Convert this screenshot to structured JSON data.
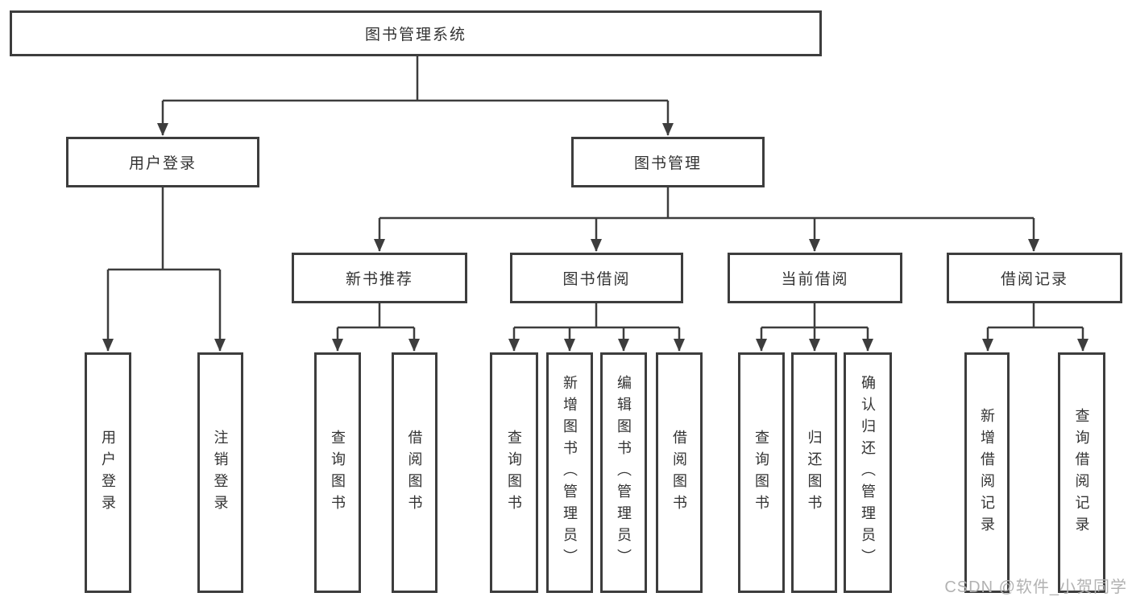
{
  "tree": {
    "label": "图书管理系统",
    "children": [
      {
        "label": "用户登录",
        "children": [
          {
            "label": "用户登录"
          },
          {
            "label": "注销登录"
          }
        ]
      },
      {
        "label": "图书管理",
        "children": [
          {
            "label": "新书推荐",
            "children": [
              {
                "label": "查询图书"
              },
              {
                "label": "借阅图书"
              }
            ]
          },
          {
            "label": "图书借阅",
            "children": [
              {
                "label": "查询图书"
              },
              {
                "label": "新增图书（管理员）"
              },
              {
                "label": "编辑图书（管理员）"
              },
              {
                "label": "借阅图书"
              }
            ]
          },
          {
            "label": "当前借阅",
            "children": [
              {
                "label": "查询图书"
              },
              {
                "label": "归还图书"
              },
              {
                "label": "确认归还（管理员）"
              }
            ]
          },
          {
            "label": "借阅记录",
            "children": [
              {
                "label": "新增借阅记录"
              },
              {
                "label": "查询借阅记录"
              }
            ]
          }
        ]
      }
    ]
  },
  "watermark": {
    "text": "CSDN @软件_小贺同学"
  },
  "colors": {
    "line": "#3d3d3d",
    "text": "#333333",
    "watermark": "#b2b2b2",
    "background": "#ffffff"
  }
}
